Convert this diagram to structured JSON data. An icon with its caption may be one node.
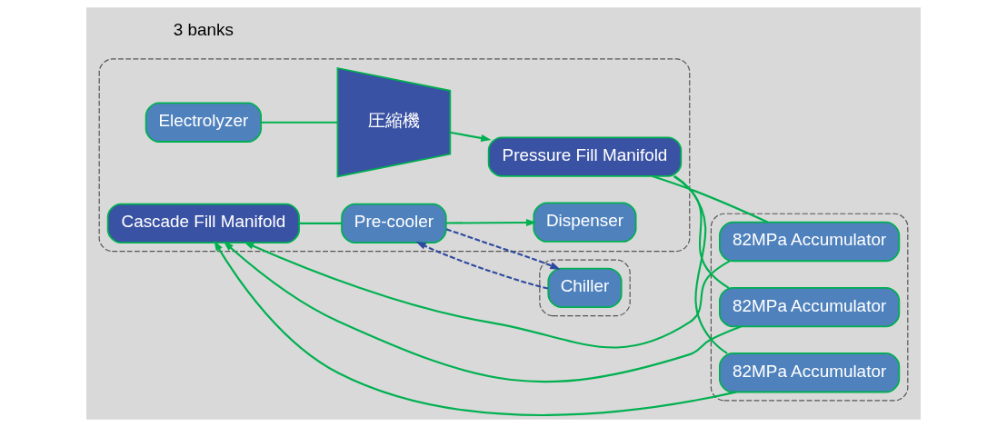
{
  "diagram": {
    "nodes": [
      {
        "text": [],
        "shape": "box"
      },
      {
        "text": [],
        "shape": "box"
      },
      {
        "text": [
          "82MPa Accumulator"
        ],
        "in": 1
      },
      {
        "text": [
          "82MPa Accumulator"
        ],
        "in": 1
      },
      {
        "text": [
          "82MPa Accumulator"
        ],
        "in": 1
      },
      {
        "text": [],
        "shape": "box"
      },
      {
        "text": [
          "Chiller"
        ],
        "in": 5
      },
      {
        "text": [
          "Electrolyzer"
        ],
        "in": 0
      },
      {
        "text": [
          "圧縮機"
        ],
        "in": 0
      },
      {
        "text": [
          "Pressure Fill Manifold"
        ],
        "in": 0
      },
      {
        "text": [
          "Cascade Fill Manifold"
        ],
        "in": 0
      },
      {
        "text": [
          "Pre-cooler"
        ],
        "in": 0
      },
      {
        "text": [
          "Dispenser"
        ],
        "in": 0
      }
    ],
    "edges": [
      {
        "from": 7,
        "to": 8,
        "arrow": "none"
      },
      {
        "from": 8,
        "to": 9,
        "arrow": "to"
      },
      {
        "from": 9,
        "to": 2,
        "arrow": "none"
      },
      {
        "from": 9,
        "to": 3,
        "arrow": "none"
      },
      {
        "from": 9,
        "to": 4,
        "arrow": "none"
      },
      {
        "from": 4,
        "to": 10,
        "arrow": "to"
      },
      {
        "from": 3,
        "to": 10,
        "arrow": "to"
      },
      {
        "from": 2,
        "to": 10,
        "arrow": "to"
      },
      {
        "from": 10,
        "to": 11,
        "arrow": "none"
      },
      {
        "from": 11,
        "to": 12,
        "arrow": "to"
      },
      {
        "from": 11,
        "to": 6,
        "arrow": "to",
        "style": "dashed",
        "color": "#2e4a9e"
      },
      {
        "from": 6,
        "to": 11,
        "arrow": "to",
        "style": "dashed",
        "color": "#2e4a9e"
      }
    ],
    "labels": [
      "3 banks"
    ]
  }
}
